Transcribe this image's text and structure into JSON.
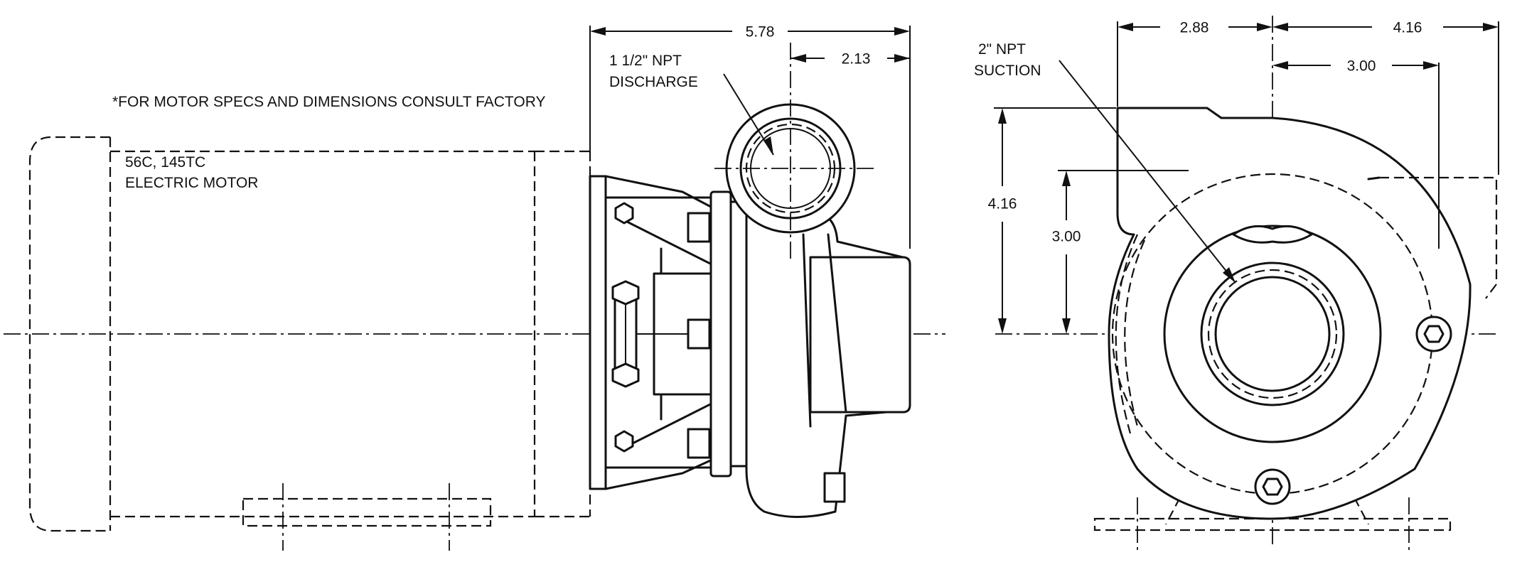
{
  "notes": {
    "motor_specs_note": "*FOR MOTOR SPECS AND DIMENSIONS CONSULT FACTORY",
    "motor_frame": "56C, 145TC",
    "motor_type": "ELECTRIC MOTOR",
    "discharge_size": "1 1/2\" NPT",
    "discharge_label": "DISCHARGE",
    "suction_size": "2\" NPT",
    "suction_label": "SUCTION"
  },
  "dimensions": {
    "side_overall_length": "5.78",
    "side_discharge_offset": "2.13",
    "front_left_width": "2.88",
    "front_right_width": "4.16",
    "front_discharge_offset": "3.00",
    "front_overall_height": "4.16",
    "front_shaft_height": "3.00"
  },
  "style": {
    "line_color": "#111111",
    "background": "#ffffff"
  }
}
